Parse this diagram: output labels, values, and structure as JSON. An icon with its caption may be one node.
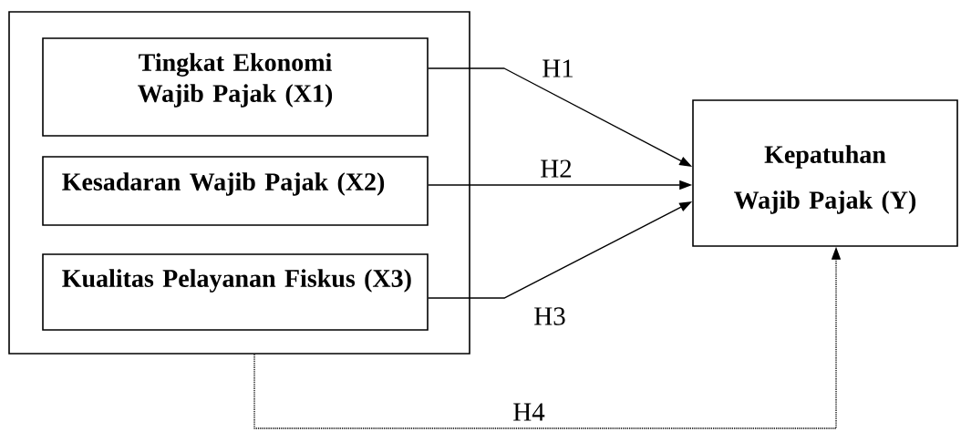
{
  "diagram": {
    "nodes": [
      {
        "text": [],
        "shape": "box"
      },
      {
        "text": [
          "Tingkat Ekonomi Wajib Pajak (X1)"
        ],
        "in": 0
      },
      {
        "text": [
          "Kesadaran Wajib Pajak (X2)"
        ],
        "in": 0
      },
      {
        "text": [
          "Kualitas Pelayanan Fiskus (X3)"
        ],
        "in": 0
      },
      {
        "text": [
          "Kepatuhan Wajib Pajak (Y)"
        ]
      }
    ],
    "edges": [
      {
        "from": 1,
        "to": 4,
        "arrow": "to",
        "label": "H1"
      },
      {
        "from": 2,
        "to": 4,
        "arrow": "to",
        "label": "H2"
      },
      {
        "from": 3,
        "to": 4,
        "arrow": "to",
        "label": "H3"
      },
      {
        "from": 0,
        "to": 4,
        "arrow": "to",
        "label": "H4",
        "style": "dashed"
      }
    ]
  }
}
